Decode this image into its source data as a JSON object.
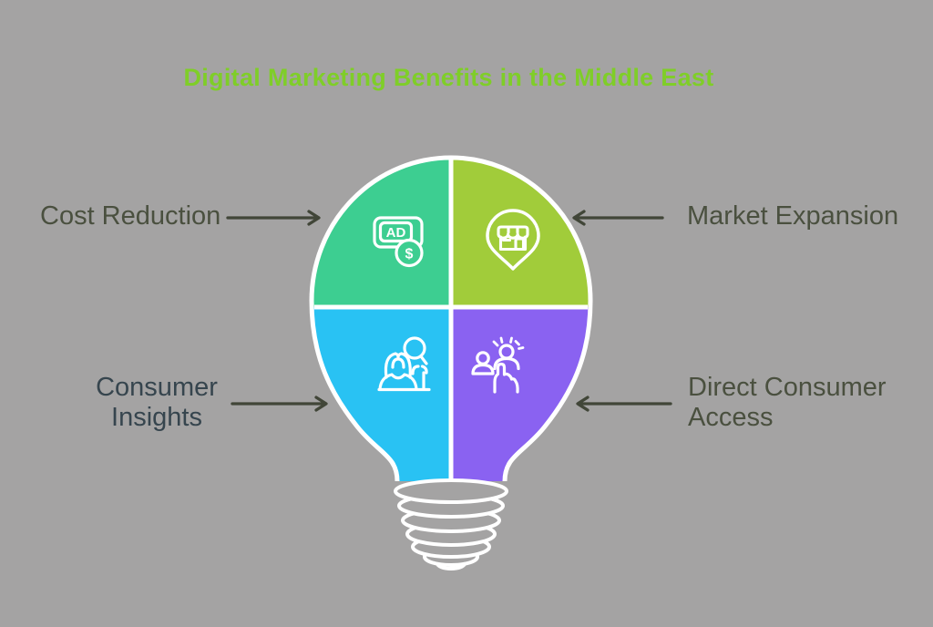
{
  "meta": {
    "background_color": "#A4A3A3",
    "diagram_type": "lightbulb-quadrant-infographic"
  },
  "title": {
    "text": "Digital Marketing Benefits in the Middle East",
    "color": "#7FCE28"
  },
  "bulb": {
    "outline_color": "#FFFFFF",
    "quadrants": [
      {
        "name": "cost-reduction",
        "color": "#3DCE91",
        "icon": "ad-dollar-icon"
      },
      {
        "name": "market-expansion",
        "color": "#A1CC3A",
        "icon": "storefront-pin-icon"
      },
      {
        "name": "consumer-insights",
        "color": "#29C2F3",
        "icon": "person-magnifier-icon"
      },
      {
        "name": "direct-consumer-access",
        "color": "#8A62F1",
        "icon": "people-pointer-icon"
      }
    ],
    "icon_glyphs": {
      "ad": "AD",
      "dollar": "$"
    }
  },
  "labels": {
    "cost_reduction": {
      "text": "Cost Reduction",
      "color": "#4A503F"
    },
    "market_expansion": {
      "text": "Market Expansion",
      "color": "#4A503F"
    },
    "consumer_insights": {
      "line1": "Consumer",
      "line2": "Insights",
      "color": "#36454E"
    },
    "direct_consumer_access": {
      "line1": "Direct Consumer",
      "line2": "Access",
      "color": "#4A503F"
    }
  },
  "arrows": {
    "color": "#414638"
  }
}
